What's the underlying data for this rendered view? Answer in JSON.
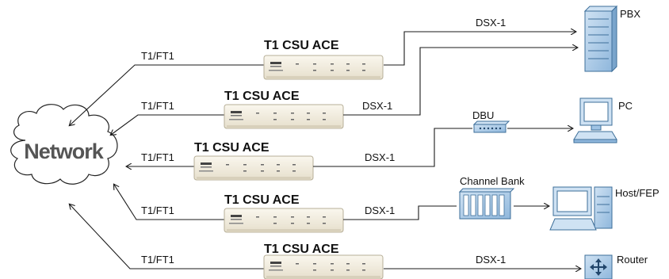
{
  "network": {
    "label": "Network"
  },
  "rows": [
    {
      "device": "T1 CSU ACE",
      "uplink": "T1/FT1",
      "downlink": "DSX-1"
    },
    {
      "device": "T1 CSU ACE",
      "uplink": "T1/FT1",
      "downlink": "DSX-1"
    },
    {
      "device": "T1 CSU ACE",
      "uplink": "T1/FT1",
      "downlink": "DSX-1"
    },
    {
      "device": "T1 CSU ACE",
      "uplink": "T1/FT1",
      "downlink": "DSX-1"
    },
    {
      "device": "T1 CSU ACE",
      "uplink": "T1/FT1",
      "downlink": "DSX-1"
    }
  ],
  "endpoints": {
    "pbx": "PBX",
    "pc": "PC",
    "dbu": "DBU",
    "channel_bank": "Channel Bank",
    "host": "Host/FEP",
    "router": "Router"
  },
  "colors": {
    "unit_body": "#f3eee0",
    "unit_edge": "#bdb59f",
    "equipment_blue": "#9fc3e4",
    "equipment_edge": "#3e6f9a",
    "cloud_fill": "#ffffff",
    "cloud_edge": "#222222"
  }
}
